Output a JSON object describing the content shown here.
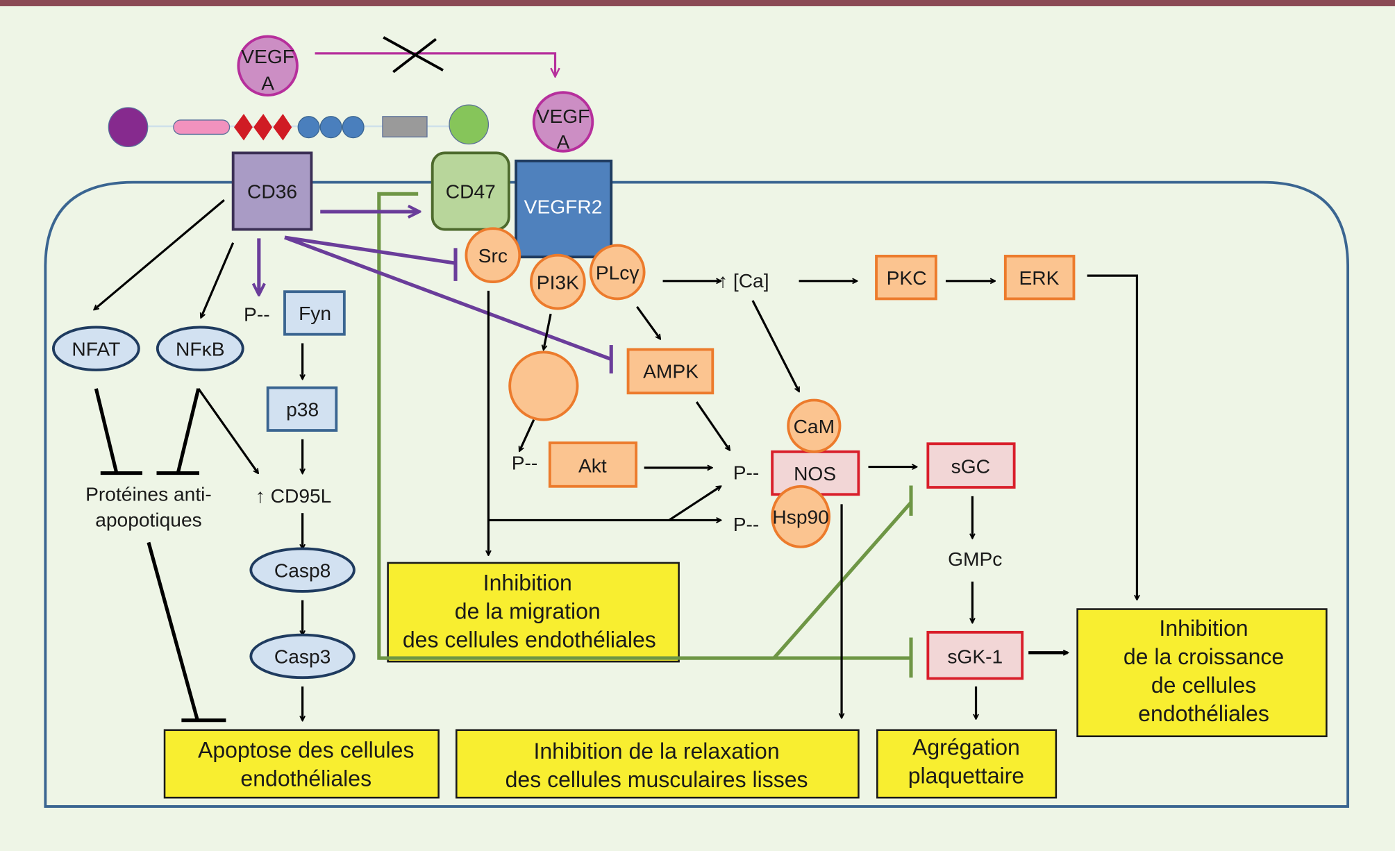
{
  "colors": {
    "background": "#eef5e6",
    "top_bar": "#8b4a55",
    "cell_membrane": "#3a6591",
    "vegf_fill": "#cc8ec4",
    "vegf_stroke": "#b62f9c",
    "cd36_fill": "#a99bc5",
    "cd36_stroke": "#3b2f55",
    "cd47_fill": "#b8d69b",
    "cd47_stroke": "#4d6a2d",
    "vegfr2_fill": "#4f81bd",
    "vegfr2_stroke": "#1f3b5f",
    "blue_node_fill": "#d2e1f1",
    "blue_node_stroke": "#3a6591",
    "orange_fill": "#fbc490",
    "orange_stroke": "#ec7b2c",
    "pink_fill": "#f2d6d6",
    "red_stroke": "#d91e2a",
    "outcome_fill": "#f8ee30",
    "cd36_signal": "#6a3d9a",
    "cd47_signal": "#6e9645",
    "vegf_arrow": "#b62f9c"
  },
  "extracellular": {
    "ligand_top": "VEGF\nA",
    "ligand_receptor": "VEGF\nA",
    "tsp1_domains": [
      "purple-globular-domain",
      "pink-procollagen-domain",
      "red-type1-repeats",
      "blue-type2-repeats",
      "grey-type3-repeats",
      "green-cterminal-domain"
    ],
    "blocked_symbol": "X"
  },
  "receptors": {
    "cd36": "CD36",
    "cd47": "CD47",
    "vegfr2": "VEGFR2"
  },
  "nodes": {
    "nfat": "NFAT",
    "nfkb": "NFκB",
    "fyn": "Fyn",
    "p38": "p38",
    "cd95l": "↑ CD95L",
    "casp8": "Casp8",
    "casp3": "Casp3",
    "anti_apoptotic": [
      "Protéines anti-",
      "apopotiques"
    ],
    "src": "Src",
    "pi3k": "PI3K",
    "plcg": "PLcγ",
    "ca": "↑ [Ca]",
    "pkc": "PKC",
    "erk": "ERK",
    "ampk": "AMPK",
    "akt": "Akt",
    "cam": "CaM",
    "nos": "NOS",
    "hsp90": "Hsp90",
    "sgc": "sGC",
    "gmpc": "GMPc",
    "sgk1": "sGK-1",
    "phospho": "P--"
  },
  "outcomes": {
    "apoptosis": [
      "Apoptose des cellules",
      "endothéliales"
    ],
    "migration": [
      "Inhibition",
      "de la migration",
      "des cellules endothéliales"
    ],
    "relaxation": [
      "Inhibition de la relaxation",
      "des cellules musculaires lisses"
    ],
    "aggregation": [
      "Agrégation",
      "plaquettaire"
    ],
    "growth": [
      "Inhibition",
      "de la croissance",
      "de cellules",
      "endothéliales"
    ]
  }
}
